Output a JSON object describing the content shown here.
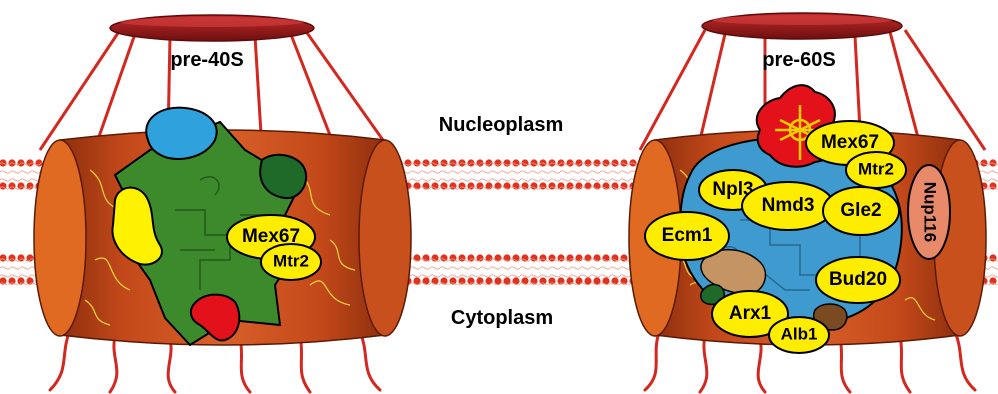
{
  "labels": {
    "left_particle": "pre-40S",
    "right_particle": "pre-60S",
    "top_compartment": "Nucleoplasm",
    "bottom_compartment": "Cytoplasm"
  },
  "left_proteins": {
    "mex67": "Mex67",
    "mtr2": "Mtr2"
  },
  "right_proteins": {
    "npl3": "Npl3",
    "mex67": "Mex67",
    "mtr2": "Mtr2",
    "nup116": "Nup116",
    "nmd3": "Nmd3",
    "gle2": "Gle2",
    "ecm1": "Ecm1",
    "bud20": "Bud20",
    "arx1": "Arx1",
    "alb1": "Alb1"
  },
  "colors": {
    "membrane_dots": "#e0321c",
    "nuclear_ring": "#9b1c1c",
    "pore_body": "#c94a16",
    "protein_fill": "#ffed00",
    "pre40s_body": "#3d8a2c",
    "pre60s_body": "#3f9bcf"
  }
}
